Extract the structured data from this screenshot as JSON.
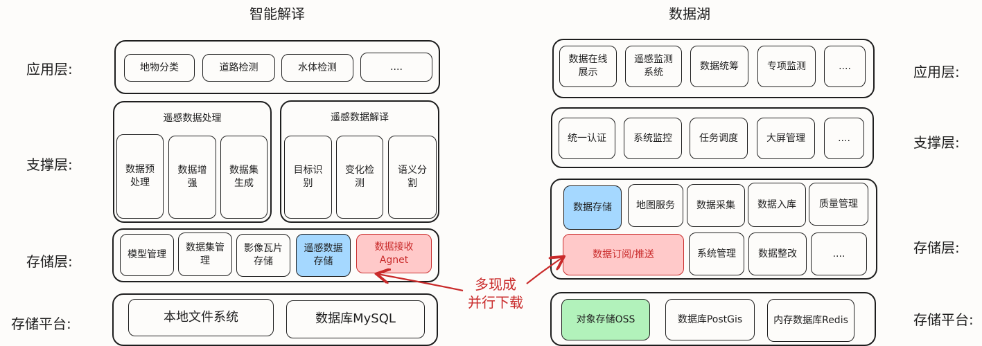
{
  "left_title": "智能解译",
  "right_title": "数据湖",
  "layers": {
    "app": "应用层:",
    "support": "支撑层:",
    "storage": "存储层:",
    "platform": "存储平台:"
  },
  "left": {
    "app_items": [
      "地物分类",
      "道路检测",
      "水体检测",
      "...."
    ],
    "support_groups": [
      {
        "title": "遥感数据处理",
        "items": [
          [
            "数据预",
            "处理"
          ],
          [
            "数据增",
            "强"
          ],
          [
            "数据集",
            "生成"
          ]
        ]
      },
      {
        "title": "遥感数据解译",
        "items": [
          [
            "目标识",
            "别"
          ],
          [
            "变化检",
            "测"
          ],
          [
            "语义分",
            "割"
          ]
        ]
      }
    ],
    "storage_items": [
      [
        "模型管理"
      ],
      [
        "数据集管",
        "理"
      ],
      [
        "影像瓦片",
        "存储"
      ],
      [
        "遥感数据",
        "存储"
      ],
      [
        "数据接收",
        "Agnet"
      ]
    ],
    "platform_items": [
      "本地文件系统",
      "数据库MySQL"
    ]
  },
  "right": {
    "app_items": [
      [
        "数据在线",
        "展示"
      ],
      [
        "遥感监测",
        "系统"
      ],
      [
        "数据统筹"
      ],
      [
        "专项监测"
      ],
      [
        "...."
      ]
    ],
    "support_items": [
      "统一认证",
      "系统监控",
      "任务调度",
      "大屏管理",
      "...."
    ],
    "storage_row1": [
      "数据存储",
      "地图服务",
      "数据采集",
      "数据入库",
      "质量管理"
    ],
    "storage_row2": [
      "数据订阅/推送",
      "系统管理",
      "数据整改",
      "...."
    ],
    "platform_items": [
      "对象存储OSS",
      "数据库PostGis",
      "内存数据库Redis"
    ]
  },
  "callout": [
    "多现成",
    "并行下载"
  ],
  "colors": {
    "blue": "#a5d8ff",
    "red": "#ffc9c9",
    "red_stroke": "#c92a2a",
    "green": "#b2f2bb"
  }
}
